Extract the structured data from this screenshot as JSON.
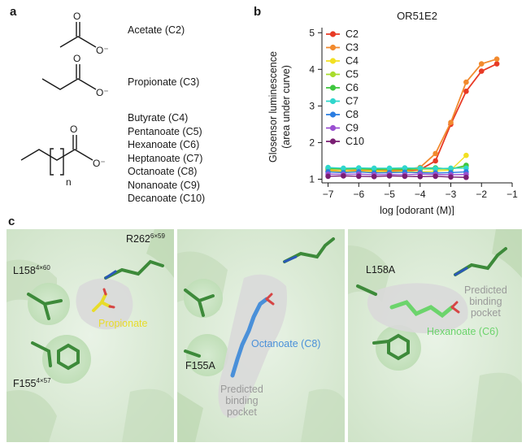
{
  "panel_a": {
    "label": "a",
    "acetate": "Acetate (C2)",
    "propionate": "Propionate (C3)",
    "chain_names": [
      "Butyrate (C4)",
      "Pentanoate (C5)",
      "Hexanoate (C6)",
      "Heptanoate (C7)",
      "Octanoate (C8)",
      "Nonanoate (C9)",
      "Decanoate (C10)"
    ],
    "atom_o": "O",
    "atom_o_minus": "O⁻",
    "repeat_n": "n"
  },
  "panel_b": {
    "label": "b"
  },
  "panel_c": {
    "label": "c",
    "res_r262": "R262",
    "res_r262_sup": "6×59",
    "res_l158": "L158",
    "res_l158_sup": "4×60",
    "res_f155": "F155",
    "res_f155_sup": "4×57",
    "ligand_1": "Propionate",
    "ligand_2": "Octanoate (C8)",
    "ligand_3": "Hexanoate (C6)",
    "res_f155a": "F155A",
    "res_l158a": "L158A",
    "pocket_label": [
      "Predicted",
      "binding",
      "pocket"
    ],
    "colors": {
      "propionate": "#e8dc2a",
      "octanoate": "#4a90d9",
      "hexanoate": "#6cd46c",
      "protein": "#3d8a3a",
      "pocket": "#cfcfcf"
    }
  },
  "chart_data": {
    "type": "line",
    "title": "OR51E2",
    "xlabel": "log [odorant (M)]",
    "ylabel": "Glosensor luminescence (area under curve)",
    "xlim": [
      -7.2,
      -1.0
    ],
    "ylim": [
      0.9,
      5.05
    ],
    "xticks": [
      -7,
      -6,
      -5,
      -4,
      -3,
      -2,
      -1
    ],
    "yticks": [
      1,
      2,
      3,
      4,
      5
    ],
    "legend_position": "top-left",
    "grid": false,
    "x": [
      -7,
      -6.5,
      -6,
      -5.5,
      -5,
      -4.5,
      -4,
      -3.5,
      -3,
      -2.5,
      -2,
      -1.5
    ],
    "series": [
      {
        "name": "C2",
        "color": "#e83a25",
        "values": [
          1.22,
          1.2,
          1.22,
          1.21,
          1.22,
          1.23,
          1.26,
          1.5,
          2.5,
          3.4,
          3.95,
          4.15
        ],
        "fit": true
      },
      {
        "name": "C3",
        "color": "#f28a2e",
        "values": [
          1.25,
          1.22,
          1.25,
          1.23,
          1.25,
          1.27,
          1.32,
          1.7,
          2.55,
          3.65,
          4.15,
          4.28
        ],
        "fit": true
      },
      {
        "name": "C4",
        "color": "#f2e021",
        "values": [
          1.22,
          1.22,
          1.21,
          1.22,
          1.2,
          1.22,
          1.2,
          1.22,
          1.25,
          1.65
        ]
      },
      {
        "name": "C5",
        "color": "#a8dc2c",
        "values": [
          1.28,
          1.27,
          1.28,
          1.26,
          1.27,
          1.26,
          1.28,
          1.27,
          1.28,
          1.35
        ]
      },
      {
        "name": "C6",
        "color": "#3ec63e",
        "values": [
          1.3,
          1.28,
          1.29,
          1.27,
          1.28,
          1.27,
          1.3,
          1.31,
          1.28,
          1.38
        ]
      },
      {
        "name": "C7",
        "color": "#2fd6cc",
        "values": [
          1.32,
          1.3,
          1.31,
          1.3,
          1.3,
          1.31,
          1.3,
          1.29,
          1.3,
          1.3
        ]
      },
      {
        "name": "C8",
        "color": "#2a7de1",
        "values": [
          1.2,
          1.18,
          1.2,
          1.17,
          1.18,
          1.19,
          1.18,
          1.17,
          1.18,
          1.2
        ]
      },
      {
        "name": "C9",
        "color": "#9a4fd1",
        "values": [
          1.14,
          1.13,
          1.14,
          1.12,
          1.13,
          1.12,
          1.14,
          1.13,
          1.12,
          1.13
        ]
      },
      {
        "name": "C10",
        "color": "#7a1e73",
        "values": [
          1.08,
          1.09,
          1.08,
          1.07,
          1.09,
          1.08,
          1.07,
          1.08,
          1.06,
          1.05
        ]
      }
    ]
  }
}
